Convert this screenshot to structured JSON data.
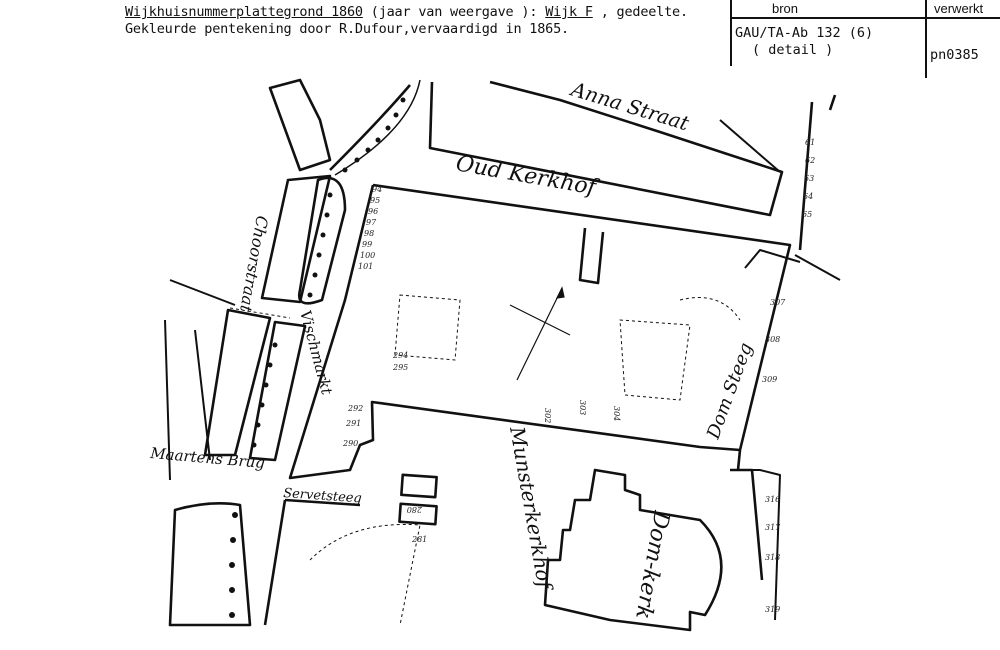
{
  "header": {
    "title_main": "Wijkhuisnummerplattegrond 1860",
    "title_paren": " (jaar van weergave ): ",
    "title_wijk": "Wijk F",
    "title_rest": " , gedeelte.",
    "subtitle": "Gekleurde pentekening door R.Dufour,vervaardigd in 1865."
  },
  "table": {
    "col_bron": "bron",
    "col_verwerkt": "verwerkt",
    "bron_line1": "GAU/TA-Ab 132 (6)",
    "bron_line2": "( detail )",
    "verwerkt_value": "pn0385"
  },
  "map": {
    "streets": {
      "anna_straat": "Anna Straat",
      "oud_kerkhof": "Oud Kerkhof",
      "dom_steeg": "Dom Steeg",
      "maartens_brug": "Maartens Brug",
      "servetsteeg": "Servetsteeg",
      "vischmarkt": "Vischmarkt",
      "choorstraat": "Choorstraat",
      "munsterkerkhof": "Munsterkerkhof",
      "domkerk": "Dom-kerk"
    },
    "house_numbers": {
      "n61": "61",
      "n62": "62",
      "n63": "63",
      "n64": "64",
      "n65": "65",
      "n94": "94",
      "n95": "95",
      "n96": "96",
      "n97": "97",
      "n98": "98",
      "n99": "99",
      "n100": "100",
      "n101": "101",
      "n307": "307",
      "n308": "308",
      "n309": "309",
      "n290": "290",
      "n291": "291",
      "n292": "292",
      "n294": "294",
      "n295": "295",
      "n302": "302",
      "n303": "303",
      "n304": "304",
      "n280": "280",
      "n281": "281",
      "n316": "316",
      "n317": "317",
      "n318": "318",
      "n319": "319"
    }
  }
}
